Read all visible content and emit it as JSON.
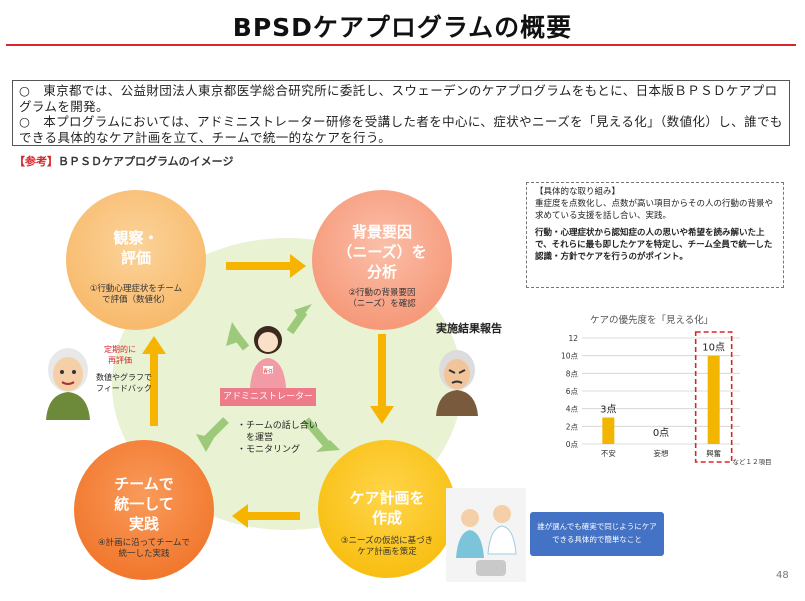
{
  "title": "BPSDケアプログラムの概要",
  "summary": [
    "○　東京都では、公益財団法人東京都医学総合研究所に委託し、スウェーデンのケアプログラムをもとに、日本版ＢＰＳＤケアプログラムを開発。",
    "○　本プログラムにおいては、アドミニストレーター研修を受講した者を中心に、症状やニーズを「見える化」（数値化）し、誰でもできる具体的なケア計画を立て、チームで統一的なケアを行う。"
  ],
  "reference": {
    "prefix": "【参考】",
    "title": "ＢＰＳＤケアプログラムのイメージ"
  },
  "cycle": {
    "observe": {
      "label": "観察・\n評価",
      "sub": "①行動心理症状をチーム\nで評価（数値化）"
    },
    "background": {
      "label": "背景要因\n（ニーズ）を\n分析",
      "sub": "②行動の背景要因\n（ニーズ）を確認"
    },
    "plan": {
      "label": "ケア計画を\n作成",
      "sub": "③ニーズの仮説に基づき\nケア計画を策定"
    },
    "practice": {
      "label": "チームで\n統一して\n実践",
      "sub": "④計画に沿ってチームで\n統一した実践"
    }
  },
  "administrator": {
    "label": "アドミニストレーター",
    "badge": "責任",
    "tasks": "・チームの話し合い\n　を運営\n・モニタリング"
  },
  "reevaluate": "定期的に\n再評価",
  "feedback": "数値やグラフで\nフィードバック",
  "report_label": "実施結果報告",
  "concrete": {
    "heading": "【具体的な取り組み】",
    "p1": "重症度を点数化し、点数が高い項目からその人の行動の背景や求めている支援を話し合い、実践。",
    "p2": "行動・心理症状から認知症の人の思いや希望を読み解いた上で、それらに最も即したケアを特定し、チーム全員で統一した認識・方針でケアを行うのがポイント。"
  },
  "bubble_text": "誰が選んでも確実で同じようにケアできる具体的で簡単なこと",
  "page_number": "48",
  "chart_data": {
    "type": "bar",
    "title": "ケアの優先度を「見える化」",
    "categories": [
      "不安",
      "妄想",
      "興奮"
    ],
    "values": [
      3,
      0,
      10
    ],
    "value_labels": [
      "3点",
      "0点",
      "10点"
    ],
    "yticks": [
      0,
      2,
      4,
      6,
      8,
      10,
      12
    ],
    "ytick_labels": [
      "0点",
      "2点",
      "4点",
      "6点",
      "8点",
      "10点",
      "12"
    ],
    "ylim": [
      0,
      12
    ],
    "extra_label": "など１２項目",
    "highlight_category": "興奮",
    "bar_color": "#f2b600",
    "highlight_color": "#d8262c"
  }
}
